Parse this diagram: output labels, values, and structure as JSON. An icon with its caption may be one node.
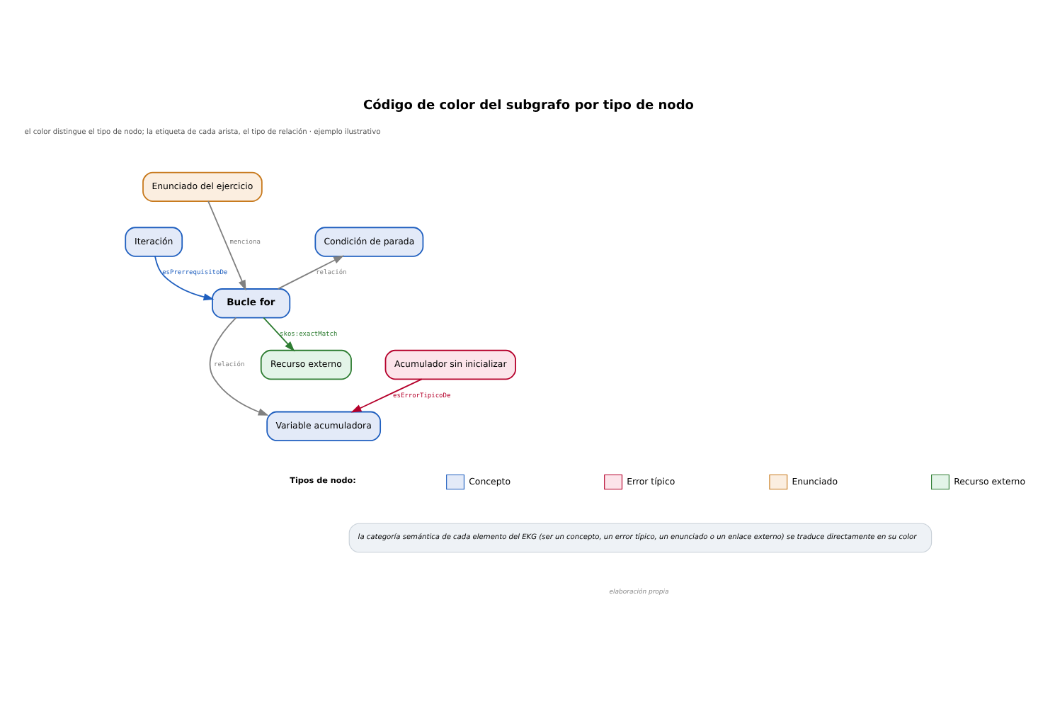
{
  "diagram": {
    "title": "Código de color del subgrafo por tipo de nodo",
    "caption": "elaboración propia",
    "nodes": [
      {
        "text": [
          "Enunciado del ejercicio"
        ]
      },
      {
        "text": [
          "Iteración"
        ]
      },
      {
        "text": [
          "Condición de parada"
        ]
      },
      {
        "text": [
          "Bucle for"
        ]
      },
      {
        "text": [
          "Acumulador sin inicializar"
        ]
      },
      {
        "text": [
          "Variable acumuladora"
        ]
      },
      {
        "text": [
          "Recurso externo"
        ]
      }
    ],
    "edges": [
      {
        "from": 1,
        "to": 3,
        "arrow": "to",
        "label": "esPrerrequisitoDe",
        "color": "#1f5fbf"
      },
      {
        "from": 0,
        "to": 3,
        "arrow": "to",
        "label": "menciona"
      },
      {
        "from": 3,
        "to": 2,
        "arrow": "to",
        "label": "relación"
      },
      {
        "from": 3,
        "to": 6,
        "arrow": "to",
        "label": "skos:exactMatch",
        "color": "#2e7d32"
      },
      {
        "from": 3,
        "to": 5,
        "arrow": "to",
        "label": "relación"
      },
      {
        "from": 4,
        "to": 5,
        "arrow": "to",
        "label": "esErrorTipicoDe",
        "color": "#b5002b"
      }
    ],
    "labels": [
      "el color distingue el tipo de nodo; la etiqueta de cada arista, el tipo de relación · ejemplo ilustrativo",
      "Tipos de nodo:",
      "la categoría semántica de cada elemento del EKG (ser un concepto, un error típico, un enunciado o un enlace externo) se traduce directamente en su color"
    ],
    "legend": [
      {
        "text": "Concepto",
        "color": "#e3eaf8"
      },
      {
        "text": "Error típico",
        "color": "#fce4ea"
      },
      {
        "text": "Enunciado",
        "color": "#fbeee0"
      },
      {
        "text": "Recurso externo",
        "color": "#e3f4e8"
      }
    ]
  }
}
